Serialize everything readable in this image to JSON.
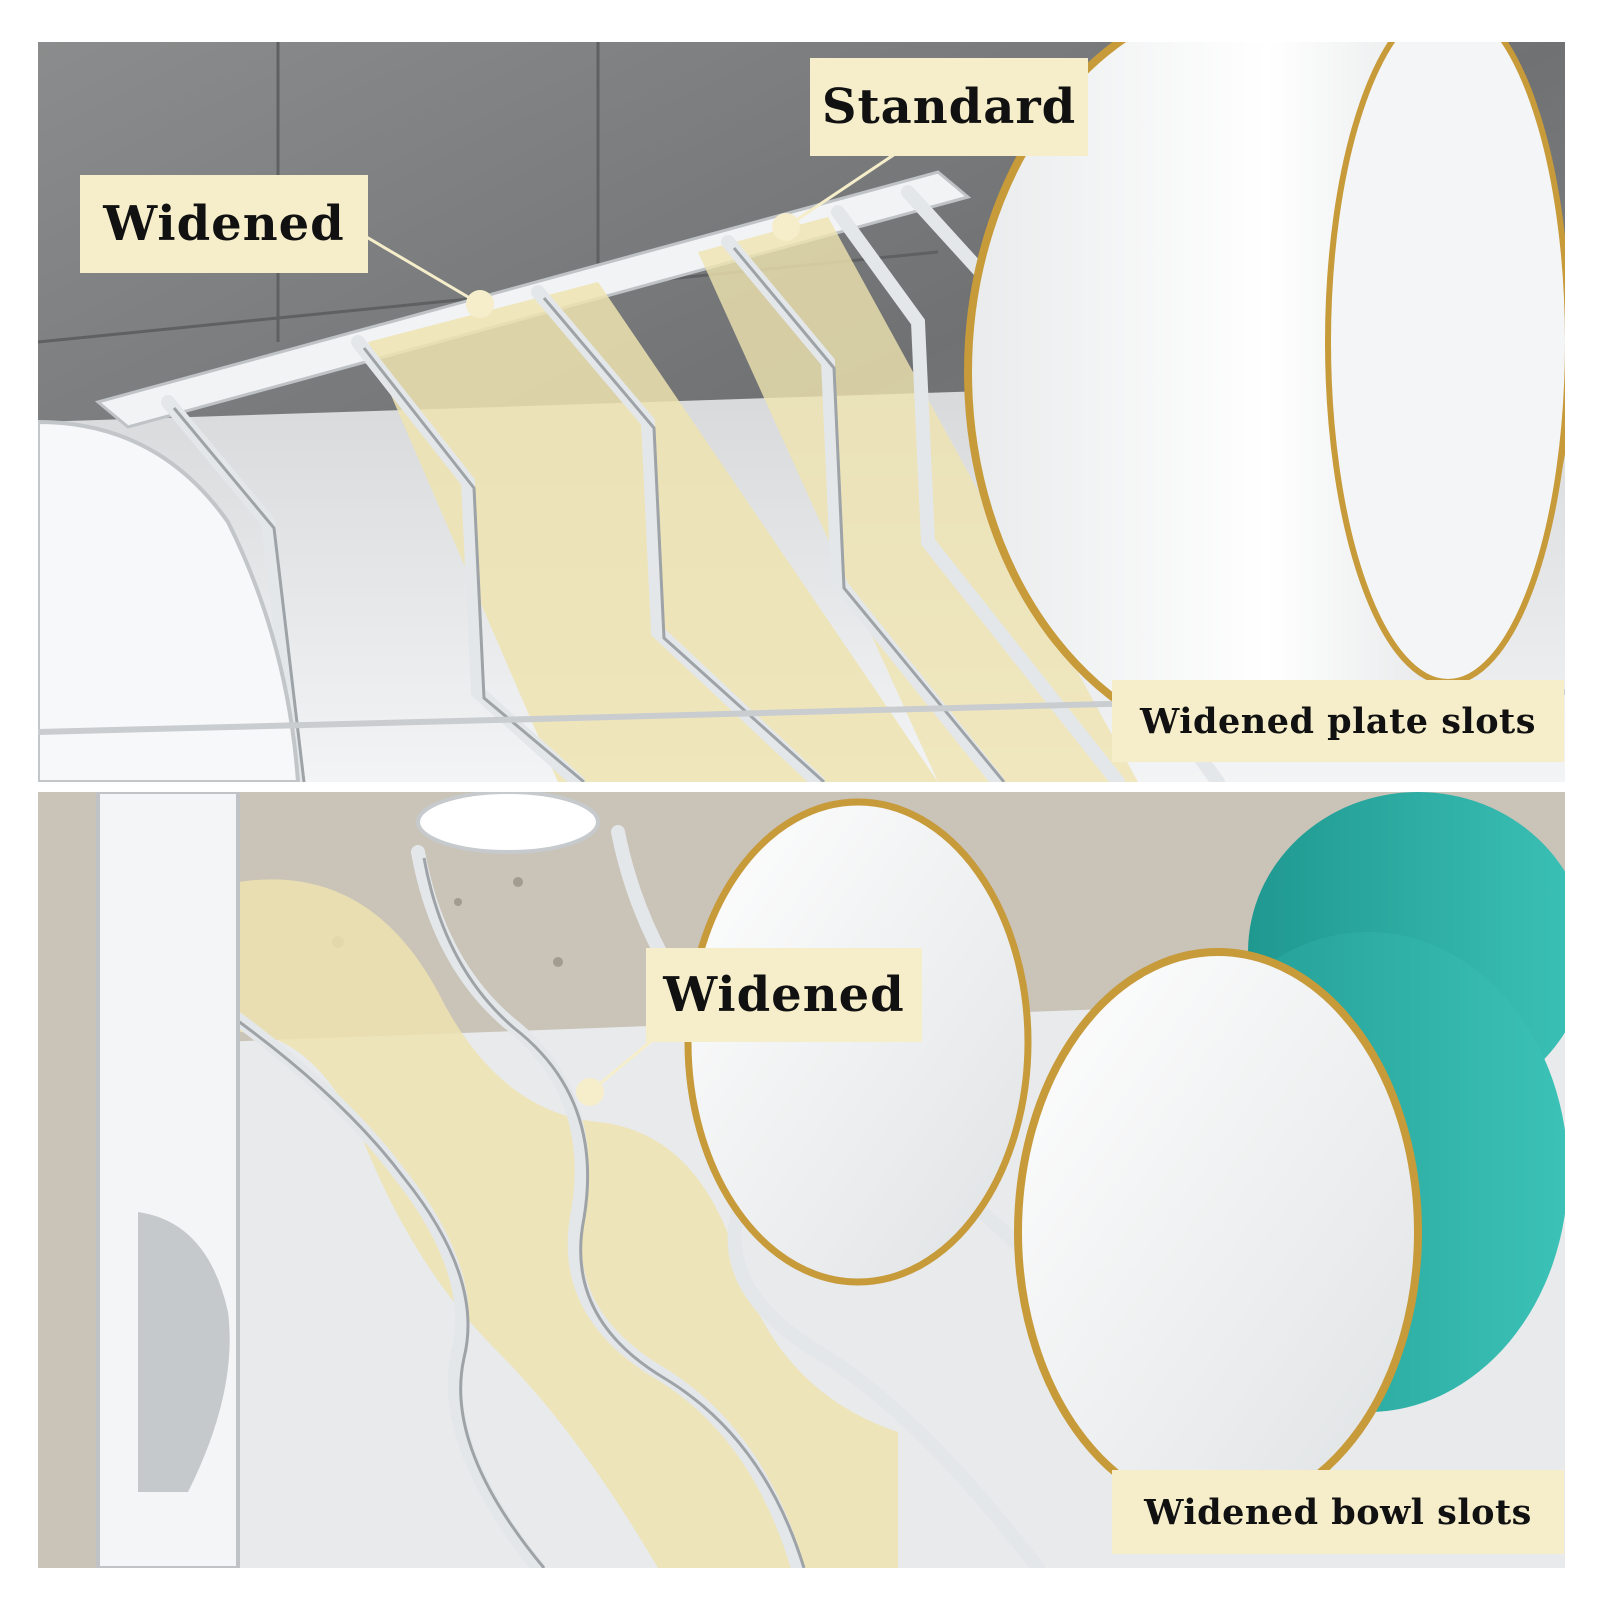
{
  "labels": {
    "top_widened": "Widened",
    "top_standard": "Standard",
    "top_caption": "Widened plate slots",
    "bottom_widened": "Widened",
    "bottom_caption": "Widened bowl slots"
  },
  "colors": {
    "label_bg": "#f6eecb",
    "highlight": "#efe3b0",
    "wall_tile": "#7d7f80",
    "chrome": "#d9dcdf",
    "gold_rim": "#c79a3a",
    "bowl_teal": "#27a79e"
  }
}
